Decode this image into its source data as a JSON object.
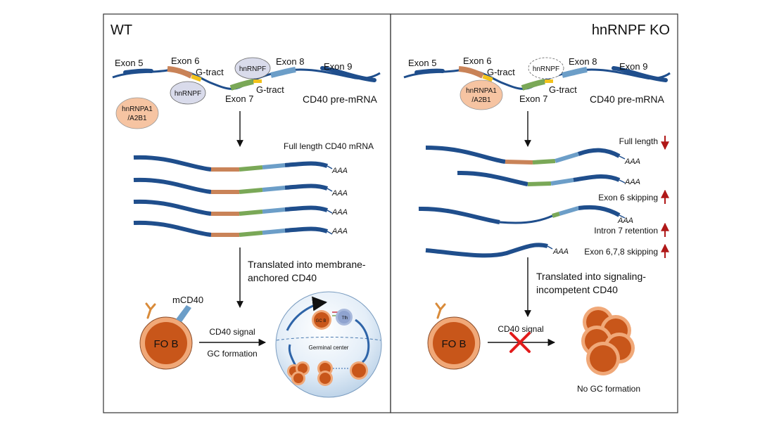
{
  "panels": {
    "wt": {
      "title": "WT",
      "exon5": "Exon 5",
      "exon6": "Exon 6",
      "exon7": "Exon 7",
      "exon8": "Exon 8",
      "exon9": "Exon 9",
      "gtract1": "G-tract",
      "gtract2": "G-tract",
      "hnrnpf_top": "hnRNPF",
      "hnrnpf_bottom": "hnRNPF",
      "hnrnpa1_line1": "hnRNPA1",
      "hnrnpa1_line2": "/A2B1",
      "premrna": "CD40 pre-mRNA",
      "mrna_label": "Full length CD40 mRNA",
      "polyA": "AAA",
      "translated_line1": "Translated into membrane-",
      "translated_line2": "anchored CD40",
      "mcd40": "mCD40",
      "fob": "FO B",
      "cd40_signal": "CD40 signal",
      "gc_formation": "GC formation",
      "germinal_center": "Germinal center",
      "gcb": "GC B",
      "tfh": "Tfh"
    },
    "ko": {
      "title": "hnRNPF KO",
      "exon5": "Exon 5",
      "exon6": "Exon 6",
      "exon7": "Exon 7",
      "exon8": "Exon 8",
      "exon9": "Exon 9",
      "gtract1": "G-tract",
      "gtract2": "G-tract",
      "hnrnpf": "hnRNPF",
      "hnrnpa1_line1": "hnRNPA1",
      "hnrnpa1_line2": "/A2B1",
      "premrna": "CD40 pre-mRNA",
      "polyA": "AAA",
      "full_length": "Full length",
      "exon6_skipping": "Exon 6 skipping",
      "intron7_retention": "Intron 7 retention",
      "exon678_skipping": "Exon 6,7,8 skipping",
      "translated_line1": "Translated into signaling-",
      "translated_line2": "incompetent CD40",
      "fob": "FO B",
      "cd40_signal": "CD40 signal",
      "no_gc": "No GC formation"
    }
  },
  "colors": {
    "rna": "#1f4e8c",
    "exon6": "#c98358",
    "exon7": "#7aa857",
    "exon8": "#6c9ec8",
    "gtract": "#f2c21b",
    "hnrnpf": "#d9dbeb",
    "hnrnpa1": "#f6c4a2",
    "cell_outer": "#f0a878",
    "cell_inner": "#c8561a",
    "arrow_up": "#b01818",
    "cross": "#e21b1b"
  }
}
